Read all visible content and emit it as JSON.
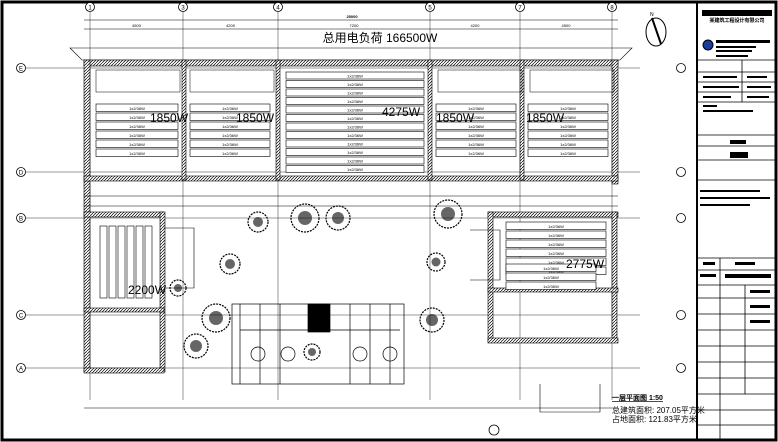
{
  "drawing": {
    "load_title": "总用电负荷 166500W",
    "plan_title": "一层平面图 1:50",
    "area_total": "总建筑面积: 207.05平方米",
    "area_footprint": "占地面积: 121.83平方米",
    "axes_top": [
      "1",
      "3",
      "4",
      "5",
      "7",
      "8"
    ],
    "axes_left": [
      "E",
      "D",
      "B",
      "C",
      "A"
    ],
    "dims_top": [
      "4500",
      "4200",
      "7200",
      "4200",
      "4500"
    ],
    "dim_total": "25000",
    "room_loads": [
      "1850W",
      "1850W",
      "4275W",
      "1850W",
      "1850W",
      "2200W",
      "2775W"
    ],
    "fixture_label": "1x2/36W",
    "compass_label": "N"
  },
  "title_block": {
    "company": "某建筑工程设计有限公司"
  }
}
